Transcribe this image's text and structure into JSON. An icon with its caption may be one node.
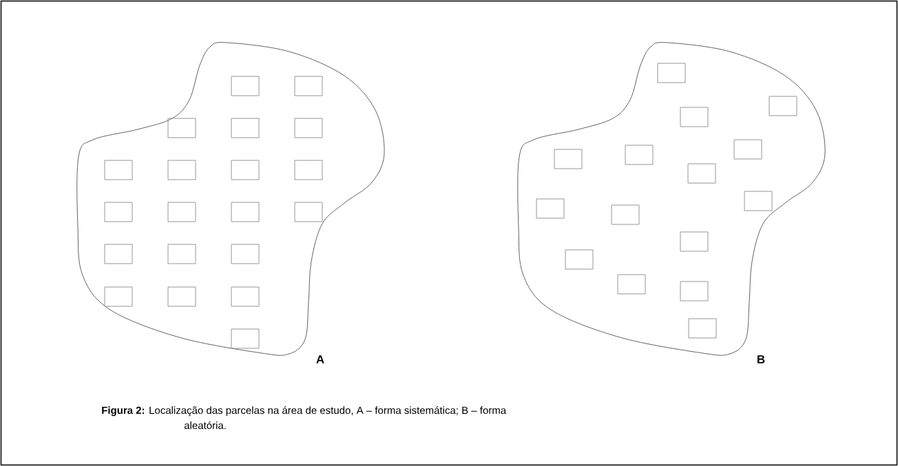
{
  "diagram": {
    "caption": "**Figura 2:** Localização das parcelas na área de estudo, A – forma sistemática; B – forma aleatória.",
    "nodes": [
      {
        "text": [
          "A"
        ]
      },
      {
        "text": [],
        "shape": "box",
        "in": 0
      },
      {
        "text": [],
        "shape": "box",
        "in": 0
      },
      {
        "text": [],
        "shape": "box",
        "in": 0
      },
      {
        "text": [],
        "shape": "box",
        "in": 0
      },
      {
        "text": [],
        "shape": "box",
        "in": 0
      },
      {
        "text": [],
        "shape": "box",
        "in": 0
      },
      {
        "text": [],
        "shape": "box",
        "in": 0
      },
      {
        "text": [],
        "shape": "box",
        "in": 0
      },
      {
        "text": [],
        "shape": "box",
        "in": 0
      },
      {
        "text": [],
        "shape": "box",
        "in": 0
      },
      {
        "text": [],
        "shape": "box",
        "in": 0
      },
      {
        "text": [],
        "shape": "box",
        "in": 0
      },
      {
        "text": [],
        "shape": "box",
        "in": 0
      },
      {
        "text": [],
        "shape": "box",
        "in": 0
      },
      {
        "text": [],
        "shape": "box",
        "in": 0
      },
      {
        "text": [],
        "shape": "box",
        "in": 0
      },
      {
        "text": [],
        "shape": "box",
        "in": 0
      },
      {
        "text": [],
        "shape": "box",
        "in": 0
      },
      {
        "text": [],
        "shape": "box",
        "in": 0
      },
      {
        "text": [],
        "shape": "box",
        "in": 0
      },
      {
        "text": [
          "B"
        ]
      },
      {
        "text": [],
        "shape": "box",
        "in": 21
      },
      {
        "text": [],
        "shape": "box",
        "in": 21
      },
      {
        "text": [],
        "shape": "box",
        "in": 21
      },
      {
        "text": [],
        "shape": "box",
        "in": 21
      },
      {
        "text": [],
        "shape": "box",
        "in": 21
      },
      {
        "text": [],
        "shape": "box",
        "in": 21
      },
      {
        "text": [],
        "shape": "box",
        "in": 21
      },
      {
        "text": [],
        "shape": "box",
        "in": 21
      },
      {
        "text": [],
        "shape": "box",
        "in": 21
      },
      {
        "text": [],
        "shape": "box",
        "in": 21
      },
      {
        "text": [],
        "shape": "box",
        "in": 21
      },
      {
        "text": [],
        "shape": "box",
        "in": 21
      },
      {
        "text": [],
        "shape": "box",
        "in": 21
      },
      {
        "text": [],
        "shape": "box",
        "in": 21
      },
      {
        "text": [],
        "shape": "box",
        "in": 21
      }
    ]
  }
}
